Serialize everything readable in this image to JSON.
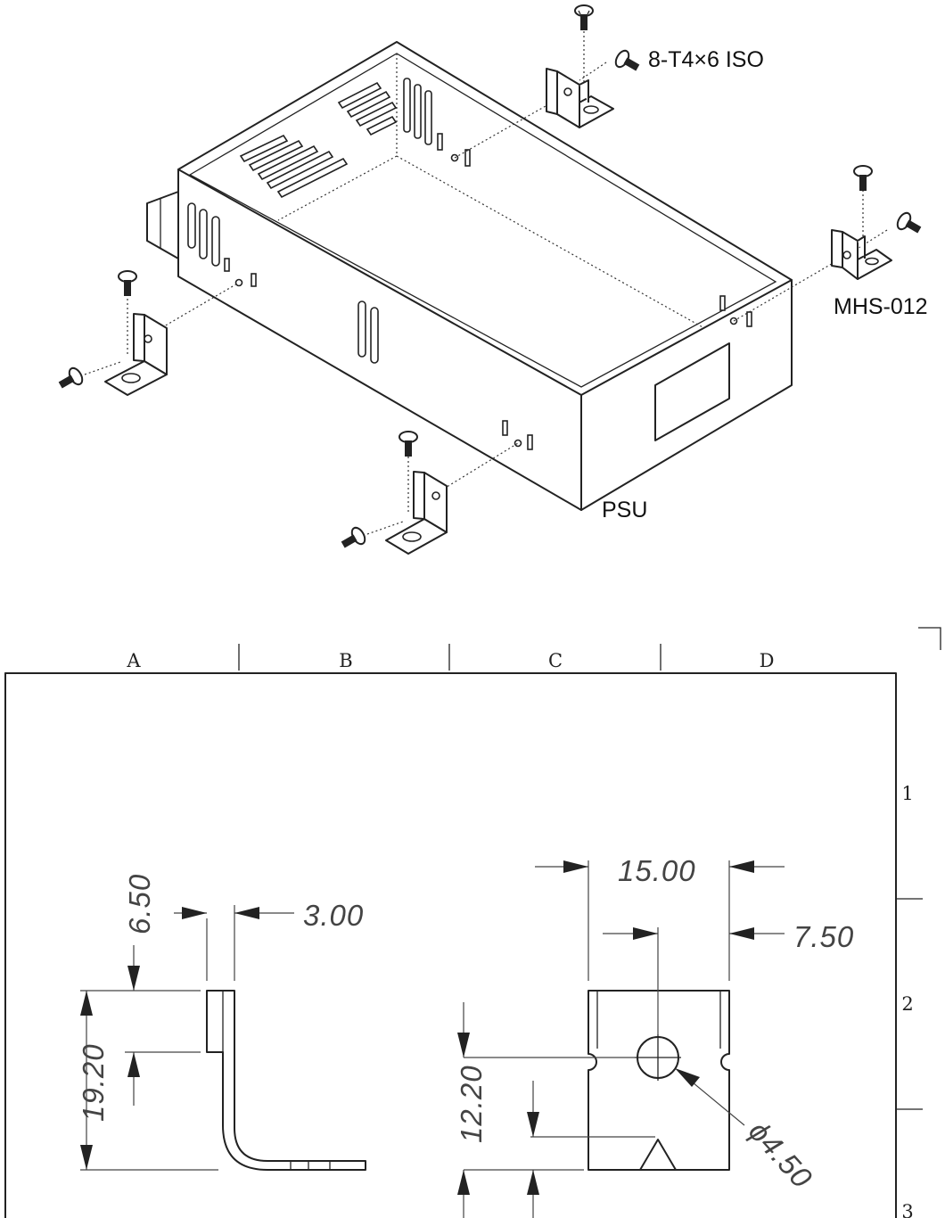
{
  "assembly": {
    "screw_label": "8-T4×6 ISO",
    "bracket_label": "MHS-012",
    "unit_label": "PSU"
  },
  "drawing": {
    "zones_columns": [
      "A",
      "B",
      "C",
      "D"
    ],
    "zones_rows": [
      "1",
      "2",
      "3"
    ],
    "dimensions": {
      "flange_height": "6.50",
      "thickness": "3.00",
      "total_height": "19.20",
      "width": "15.00",
      "hole_offset": "7.50",
      "hole_height": "12.20",
      "hole_diameter": "ϕ4.50"
    }
  },
  "colors": {
    "line": "#222222",
    "background": "#ffffff"
  }
}
